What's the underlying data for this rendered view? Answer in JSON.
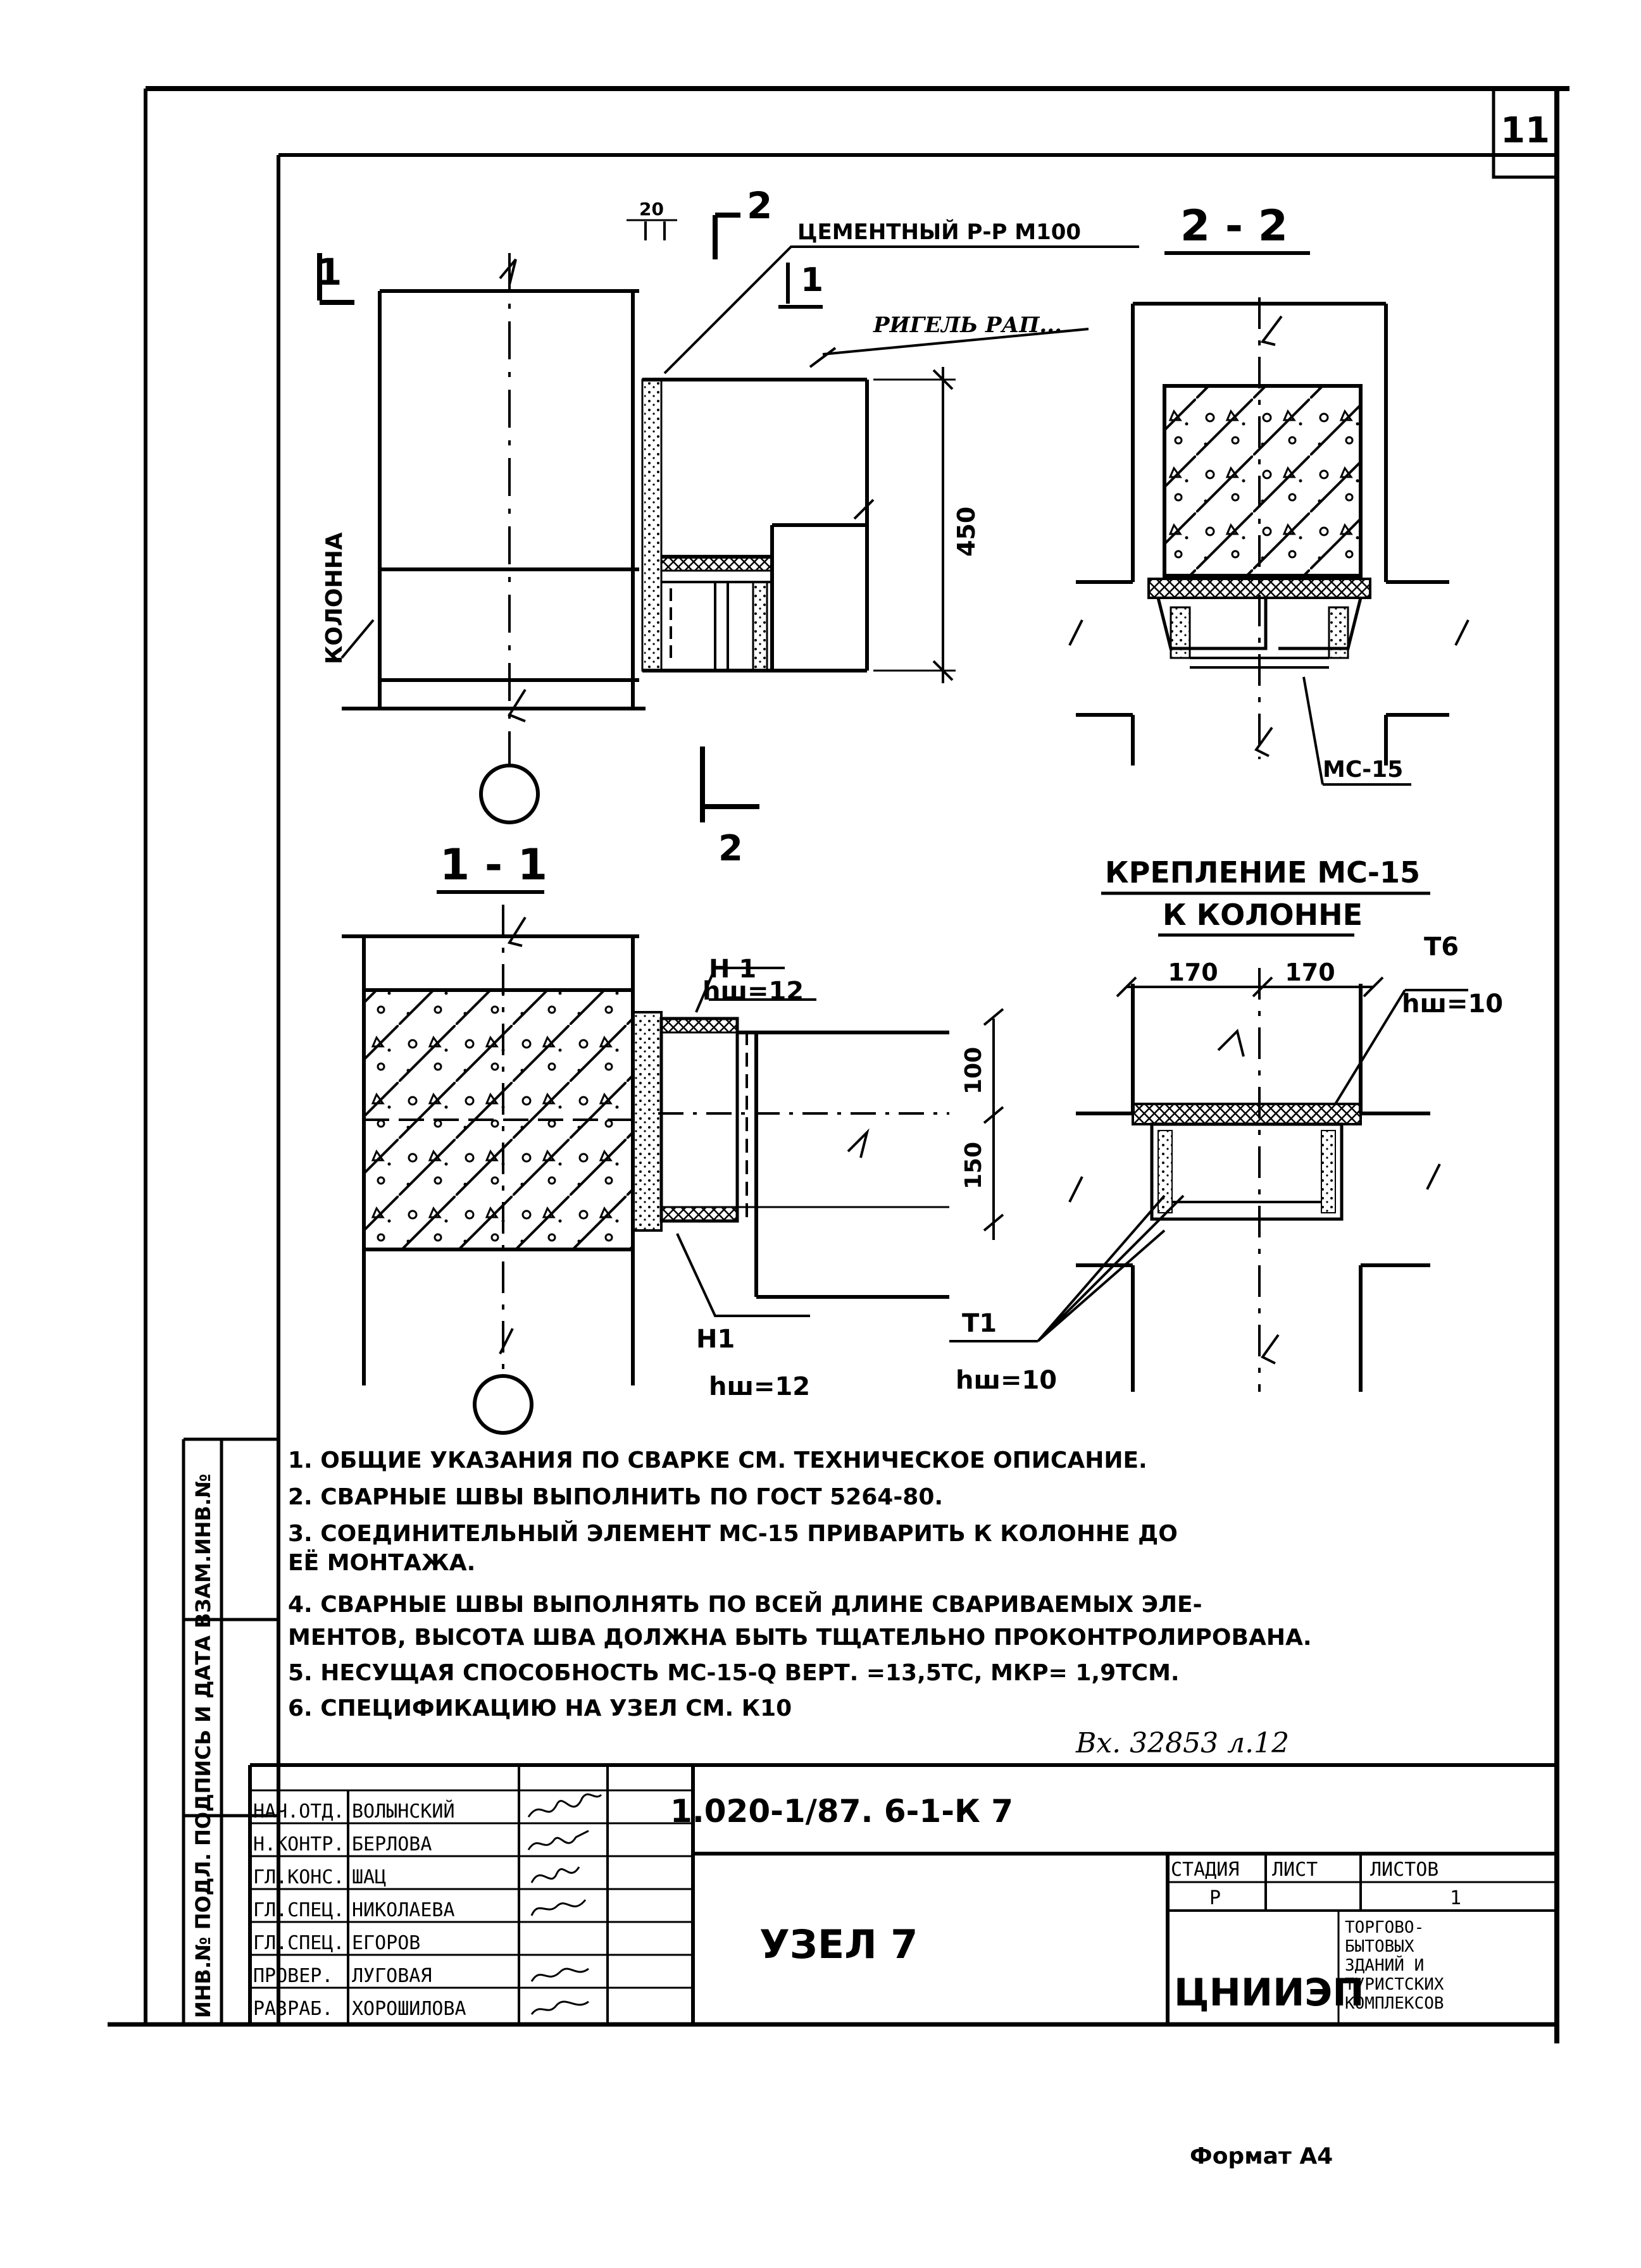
{
  "sheet": {
    "number": "11",
    "format": "Формат А4"
  },
  "drawing": {
    "cement_label": "ЦЕМЕНТНЫЙ Р-Р М100",
    "dim_20": "20",
    "rigel_label": "РИГЕЛЬ РАП...",
    "column_label": "КОЛОННА",
    "dim_450": "450",
    "cut_1": "1",
    "cut_2": "2",
    "section_1_title": "1 - 1",
    "section_2_title": "2 - 2",
    "mc15_label": "МС-15",
    "weld_h1_top": "Н 1",
    "weld_h1_top_h": "hш=12",
    "weld_h1_bottom": "Н1",
    "weld_h1_bottom_h": "hш=12",
    "dim_100": "100",
    "dim_150": "150",
    "fix_title_1": "КРЕПЛЕНИЕ МС-15",
    "fix_title_2": "К КОЛОННЕ",
    "dim_170_a": "170",
    "dim_170_b": "170",
    "weld_t6": "Т6",
    "weld_t6_h": "hш=10",
    "weld_t1": "Т1",
    "weld_t1_h": "hш=10"
  },
  "notes": [
    "1. ОБЩИЕ УКАЗАНИЯ ПО СВАРКЕ СМ. ТЕХНИЧЕСКОЕ ОПИСАНИЕ.",
    "2. СВАРНЫЕ ШВЫ ВЫПОЛНИТЬ ПО ГОСТ 5264-80.",
    "3. СОЕДИНИТЕЛЬНЫЙ ЭЛЕМЕНТ МС-15 ПРИВАРИТЬ К КОЛОННЕ ДО",
    "ЕЁ МОНТАЖА.",
    "4. СВАРНЫЕ ШВЫ ВЫПОЛНЯТЬ ПО ВСЕЙ ДЛИНЕ СВАРИВАЕМЫХ ЭЛЕ-",
    "МЕНТОВ, ВЫСОТА ШВА ДОЛЖНА БЫТЬ ТЩАТЕЛЬНО ПРОКОНТРОЛИРОВАНА.",
    "5. НЕСУЩАЯ СПОСОБНОСТЬ МС-15-Q ВЕРТ. =13,5ТС, МКР= 1,9ТСМ.",
    "6. СПЕЦИФИКАЦИЮ НА УЗЕЛ СМ. К10"
  ],
  "inventory_ref": "Вх. 32853 л.12",
  "side_strip": "ИНВ.№ ПОДЛ. ПОДПИСЬ И ДАТА ВЗАМ.ИНВ.№",
  "title_block": {
    "code": "1.020-1/87. 6-1-К 7",
    "name": "УЗЕЛ 7",
    "roles": [
      "НАЧ.ОТД.",
      "Н.КОНТР.",
      "ГЛ.КОНС.",
      "ГЛ.СПЕЦ.",
      "ГЛ.СПЕЦ.",
      "ПРОВЕР.",
      "РАЗРАБ."
    ],
    "people": [
      "ВОЛЫНСКИЙ",
      "БЕРЛОВА",
      "ШАЦ",
      "НИКОЛАЕВА",
      "ЕГОРОВ",
      "ЛУГОВАЯ",
      "ХОРОШИЛОВА"
    ],
    "stage_header": "СТАДИЯ",
    "sheet_header": "ЛИСТ",
    "sheets_header": "ЛИСТОВ",
    "stage": "Р",
    "sheet": "1",
    "org": "ЦНИИЭП",
    "org_desc": [
      "ТОРГОВО-",
      "БЫТОВЫХ",
      "ЗДАНИЙ И",
      "ТУРИСТСКИХ",
      "КОМПЛЕКСОВ"
    ]
  }
}
